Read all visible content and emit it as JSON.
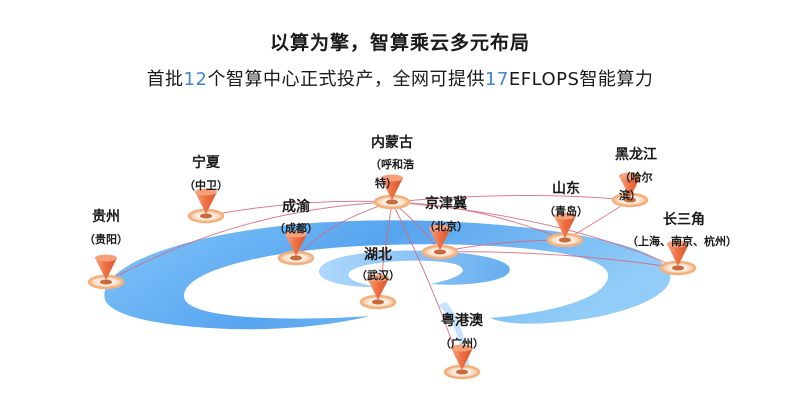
{
  "header": {
    "title": "以算为擎，智算乘云多元布局",
    "subtitle_pre": "首批",
    "subtitle_num1": "12",
    "subtitle_mid": "个智算中心正式投产，全网可提供",
    "subtitle_num2": "17",
    "subtitle_post": "EFLOPS智能算力"
  },
  "nodes": [
    {
      "id": "guizhou",
      "name": "贵州",
      "city": "（贵阳）"
    },
    {
      "id": "ningxia",
      "name": "宁夏",
      "city": "（中卫）"
    },
    {
      "id": "chengyu",
      "name": "成渝",
      "city": "（成都）"
    },
    {
      "id": "neimenggu",
      "name": "内蒙古",
      "city_line1": "（呼和浩",
      "city_line2": "特）"
    },
    {
      "id": "hubei",
      "name": "湖北",
      "city": "（武汉）"
    },
    {
      "id": "jingjinji",
      "name": "京津冀",
      "city": "（北京）"
    },
    {
      "id": "shandong",
      "name": "山东",
      "city": "（青岛）"
    },
    {
      "id": "heilongjiang",
      "name": "黑龙江",
      "city_line1": "（哈尔",
      "city_line2": "滨）"
    },
    {
      "id": "changsanjiao",
      "name": "长三角",
      "city": "（上海、南京、杭州）"
    },
    {
      "id": "yuegangao",
      "name": "粤港澳",
      "city": "（广州）"
    }
  ],
  "colors": {
    "accent": "#3d86d6",
    "ring": "#5aaaf0",
    "marker": "#f07a50",
    "marker_ring": "#f3b07a",
    "line": "#d9667a"
  }
}
